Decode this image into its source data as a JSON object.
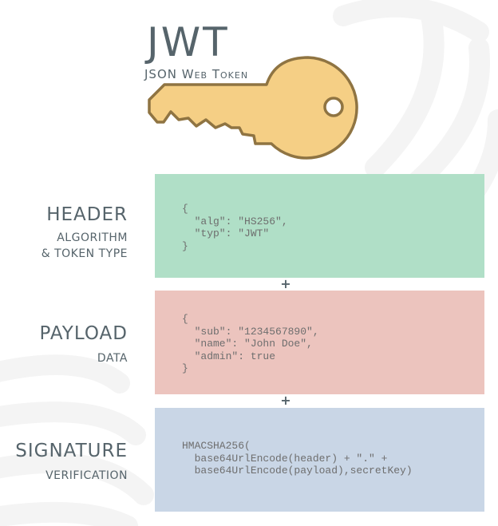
{
  "title": "JWT",
  "subtitle": "JSON Web Token",
  "icon": "key-icon",
  "colors": {
    "header_box": "#b0dfc7",
    "payload_box": "#ecc4be",
    "signature_box": "#c9d6e6",
    "key_fill": "#f5cf85",
    "key_stroke": "#8f7442",
    "text": "#56646b",
    "code_text": "#6e6e6e"
  },
  "sections": [
    {
      "name": "HEADER",
      "sub_lines": [
        "ALGORITHM",
        "& TOKEN TYPE"
      ],
      "code_lines": [
        "{",
        "  \"alg\": \"HS256\",",
        "  \"typ\": \"JWT\"",
        "}"
      ]
    },
    {
      "name": "PAYLOAD",
      "sub_lines": [
        "DATA"
      ],
      "code_lines": [
        "{",
        "  \"sub\": \"1234567890\",",
        "  \"name\": \"John Doe\",",
        "  \"admin\": true",
        "}"
      ]
    },
    {
      "name": "SIGNATURE",
      "sub_lines": [
        "VERIFICATION"
      ],
      "code_lines": [
        "HMACSHA256(",
        "  base64UrlEncode(header) + \".\" +",
        "  base64UrlEncode(payload),secretKey)"
      ]
    }
  ],
  "separator": "+"
}
